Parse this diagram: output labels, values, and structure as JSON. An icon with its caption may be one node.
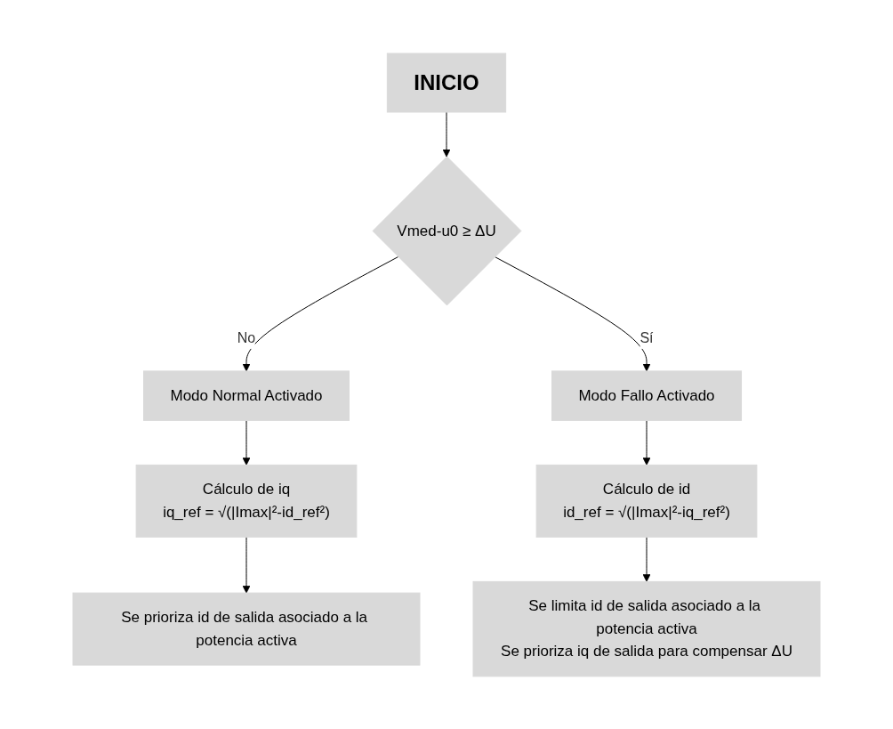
{
  "diagram": {
    "nodes": [
      {
        "text": [
          "INICIO"
        ]
      },
      {
        "text": [
          "Vmed-u0 ≥ ΔU"
        ]
      },
      {
        "text": [
          "Modo Normal Activado"
        ]
      },
      {
        "text": [
          "Cálculo de iq",
          "iq_ref = √(|Imax|²-id_ref²)"
        ]
      },
      {
        "text": [
          "Se prioriza id de salida asociado a la potencia activa"
        ]
      },
      {
        "text": [
          "Modo Fallo Activado"
        ]
      },
      {
        "text": [
          "Cálculo de id",
          "id_ref = √(|Imax|²-iq_ref²)"
        ]
      },
      {
        "text": [
          "Se limita id de salida asociado a la potencia activa",
          "Se prioriza iq de salida para compensar ΔU"
        ]
      }
    ],
    "edges": [
      {
        "from": 0,
        "to": 1,
        "arrow": "to"
      },
      {
        "from": 1,
        "to": 2,
        "arrow": "to",
        "label": "No"
      },
      {
        "from": 2,
        "to": 3,
        "arrow": "to"
      },
      {
        "from": 3,
        "to": 4,
        "arrow": "to"
      },
      {
        "from": 1,
        "to": 5,
        "arrow": "to",
        "label": "Sí"
      },
      {
        "from": 5,
        "to": 6,
        "arrow": "to"
      },
      {
        "from": 6,
        "to": 7,
        "arrow": "to"
      }
    ]
  }
}
